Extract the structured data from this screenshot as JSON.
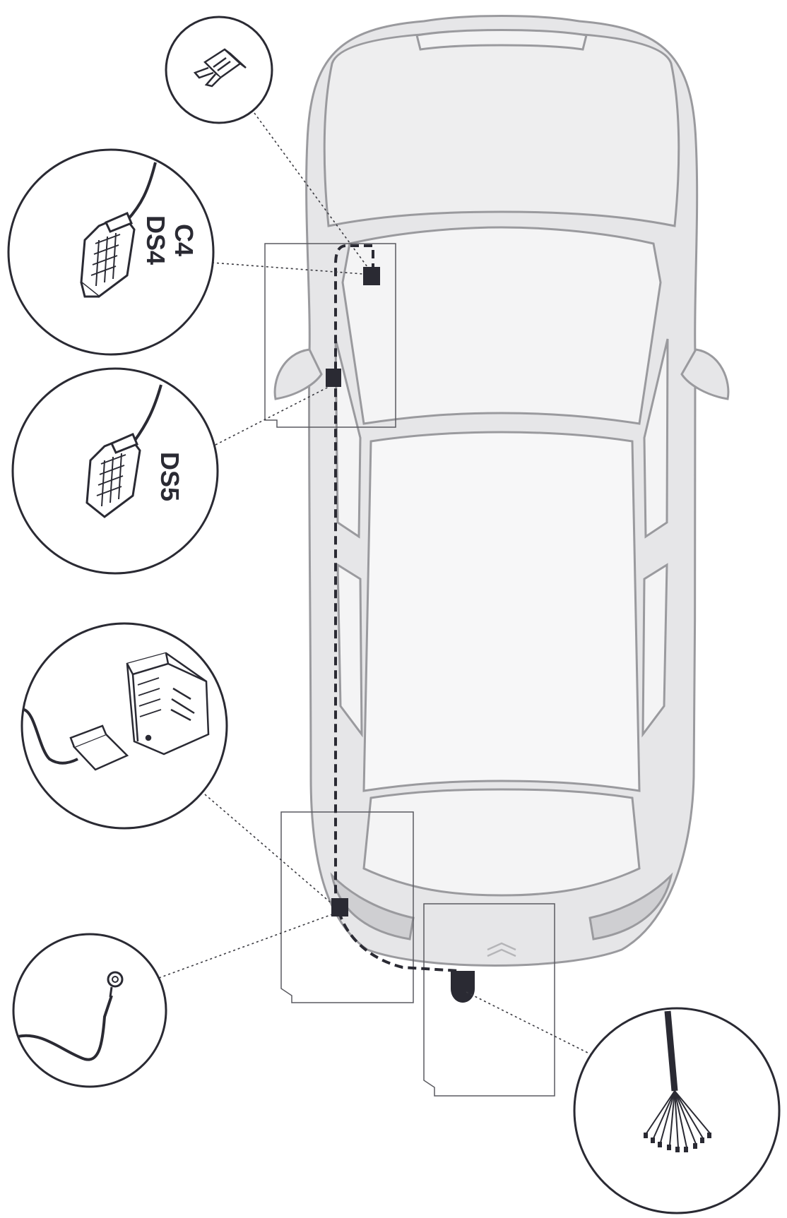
{
  "labels": {
    "connector_a_line1": "C4",
    "connector_a_line2": "DS4",
    "connector_b": "DS5"
  },
  "icons": {
    "fuse": "mini-blade-fuse-icon",
    "connector_a": "multi-pin-connector-icon",
    "connector_b": "multi-pin-connector-icon",
    "module": "led-control-module-icon",
    "ground": "ring-terminal-ground-wire-icon",
    "loose_wires": "loose-wire-bundle-icon"
  },
  "colors": {
    "car_fill": "#e6e6e8",
    "car_stroke": "#9a9a9e",
    "harness": "#2a2a33",
    "label": "#2a2a33"
  }
}
